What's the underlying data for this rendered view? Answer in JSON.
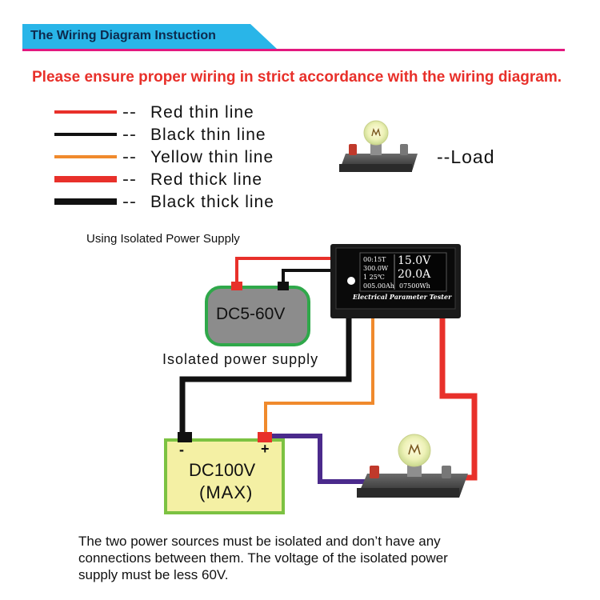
{
  "header": {
    "title": "The Wiring Diagram Instuction"
  },
  "warning": "Please ensure proper wiring in strict accordance with the wiring diagram.",
  "legend": {
    "dash": "--",
    "items": [
      {
        "label": "Red thin line",
        "color": "#e8302a",
        "thickness": "thin"
      },
      {
        "label": "Black thin line",
        "color": "#111111",
        "thickness": "thin"
      },
      {
        "label": "Yellow thin line",
        "color": "#f08a2c",
        "thickness": "thin"
      },
      {
        "label": "Red thick line",
        "color": "#e8302a",
        "thickness": "thick"
      },
      {
        "label": "Black thick line",
        "color": "#111111",
        "thickness": "thick"
      }
    ],
    "load_label": "--Load"
  },
  "diagram": {
    "caption": "Using Isolated Power Supply",
    "isolated_supply": {
      "voltage": "DC5-60V",
      "label": "Isolated power supply"
    },
    "main_supply": {
      "voltage": "DC100V",
      "max": "(MAX)",
      "minus": "-",
      "plus": "+"
    },
    "tester": {
      "time": "00:15T",
      "power": "300.0W",
      "temp": "1  25℃",
      "capacity": "005.00Ah",
      "voltage": "15.0V",
      "current": "20.0A",
      "energy": "07500Wh",
      "brand": "Electrical Parameter Tester"
    }
  },
  "note": [
    "The two power sources must be isolated and don’t have any",
    "connections between them. The voltage of the isolated power",
    "supply must be less 60V."
  ],
  "colors": {
    "red": "#e8302a",
    "black": "#111111",
    "orange": "#f08a2c",
    "purple": "#4b2a8c",
    "green": "#2fa84a",
    "battery_fill": "#f4f0a4",
    "pink": "#e3187f",
    "cyan": "#29b5e8"
  }
}
